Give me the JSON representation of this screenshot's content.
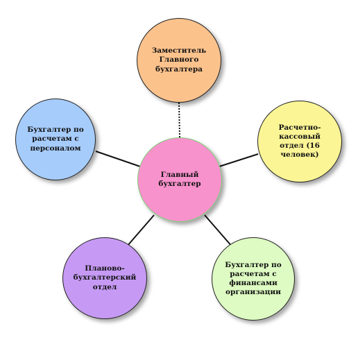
{
  "colors": {
    "center": "#f792cc",
    "top": "#fbc28c",
    "right": "#fbf596",
    "left": "#a6ccfb",
    "bottom_left": "#c69af4",
    "bottom_right": "#ddfbc2",
    "connector": "#111111"
  },
  "nodes": {
    "center": {
      "label": "Главный\nбухгалтер"
    },
    "top": {
      "label": "Заместитель\nГлавного\nбухгалтера"
    },
    "right": {
      "label": "Расчетно-\nкассовый\nотдел (16\nчеловек)"
    },
    "left": {
      "label": "Бухгалтер по\nрасчетам с\nперсоналом"
    },
    "bottom_left": {
      "label": "Планово-\nбухгалтерский\nотдел"
    },
    "bottom_right": {
      "label": "Бухгалтер по\nрасчетам с\nфинансами\nорганизации"
    }
  }
}
